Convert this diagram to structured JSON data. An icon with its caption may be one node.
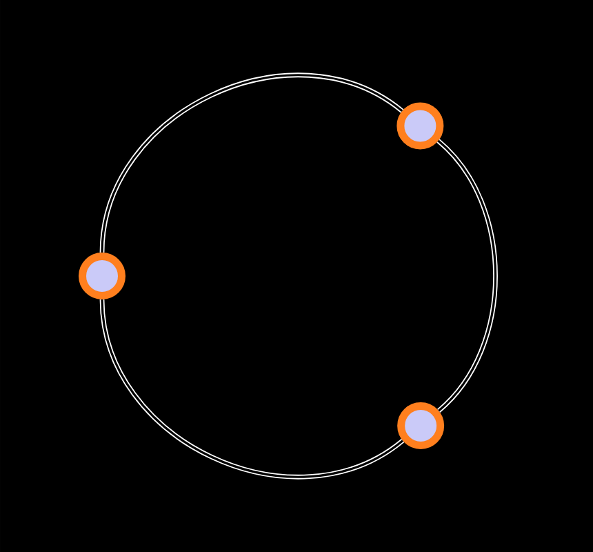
{
  "diagram": {
    "nodes": [
      {
        "text": [],
        "shape": "circle"
      },
      {
        "text": [],
        "shape": "circle"
      },
      {
        "text": [],
        "shape": "circle"
      }
    ],
    "edges": [
      {
        "from": 0,
        "to": 1,
        "arrow": "none"
      },
      {
        "from": 1,
        "to": 2,
        "arrow": "none"
      },
      {
        "from": 2,
        "to": 0,
        "arrow": "none"
      }
    ]
  }
}
